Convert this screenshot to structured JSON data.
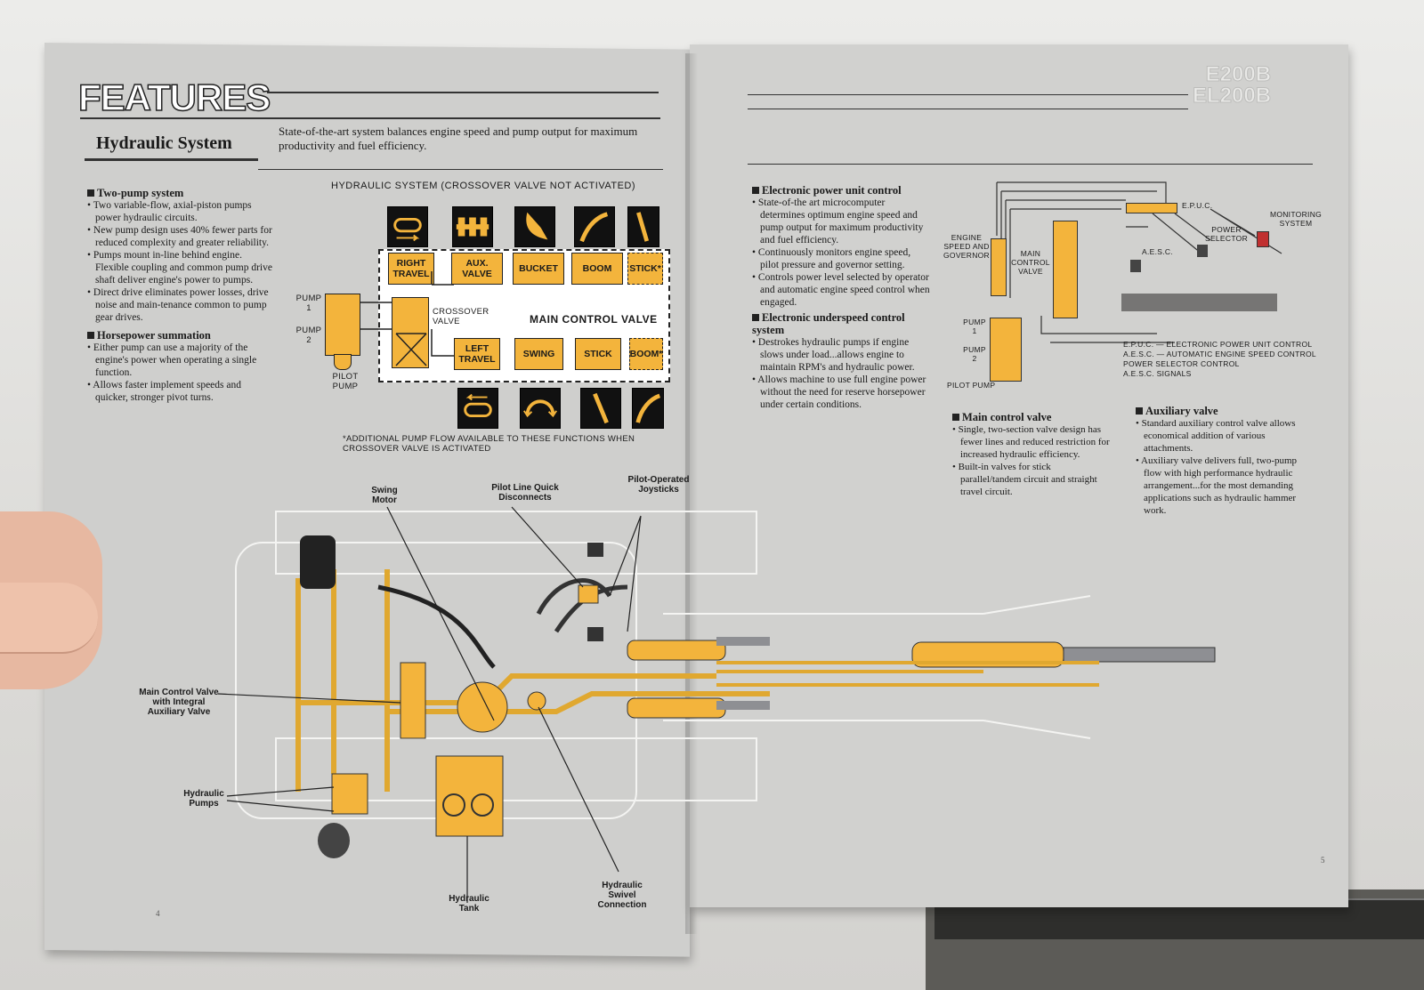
{
  "left_page": {
    "heading": "FEATURES",
    "section_title": "Hydraulic System",
    "intro": "State-of-the-art system balances engine speed and pump output for maximum productivity and fuel efficiency.",
    "two_pump": {
      "title": "Two-pump system",
      "bullets": [
        "Two variable-flow, axial-piston pumps power hydraulic circuits.",
        "New pump design uses 40% fewer parts for reduced complexity and greater reliability.",
        "Pumps mount in-line behind engine. Flexible coupling and common pump drive shaft deliver engine's power to pumps.",
        "Direct drive eliminates power losses, drive noise and main-tenance common to pump gear drives."
      ]
    },
    "horsepower": {
      "title": "Horsepower summation",
      "bullets": [
        "Either pump can use a majority of the engine's power when operating a single function.",
        "Allows faster implement speeds and quicker, stronger pivot turns."
      ]
    },
    "schematic": {
      "title": "HYDRAULIC SYSTEM (CROSSOVER VALVE NOT ACTIVATED)",
      "top_valves": [
        "RIGHT TRAVEL",
        "AUX. VALVE",
        "BUCKET",
        "BOOM",
        "STICK*"
      ],
      "bottom_valves": [
        "LEFT TRAVEL",
        "SWING",
        "STICK",
        "BOOM*"
      ],
      "main_control_valve": "MAIN CONTROL VALVE",
      "crossover_valve": "CROSSOVER VALVE",
      "pump_1": "PUMP 1",
      "pump_2": "PUMP 2",
      "pilot_pump": "PILOT PUMP",
      "footnote": "*ADDITIONAL PUMP FLOW AVAILABLE TO THESE FUNCTIONS WHEN CROSSOVER VALVE IS ACTIVATED"
    },
    "page_number": "4"
  },
  "illustration": {
    "callouts": {
      "swing_motor": "Swing Motor",
      "pilot_line": "Pilot Line Quick Disconnects",
      "joysticks": "Pilot-Operated Joysticks",
      "main_control_valve": "Main Control Valve with Integral Auxiliary Valve",
      "hydraulic_pumps": "Hydraulic Pumps",
      "hydraulic_tank": "Hydraulic Tank",
      "swivel": "Hydraulic Swivel Connection"
    }
  },
  "right_page": {
    "model_line_1": "E200B",
    "model_line_2": "EL200B",
    "epuc": {
      "title": "Electronic power unit control",
      "bullets": [
        "State-of-the art microcomputer determines optimum engine speed and pump output for maximum productivity and fuel efficiency.",
        "Continuously monitors engine speed, pilot pressure and governor setting.",
        "Controls power level selected by operator and automatic engine speed control when engaged."
      ]
    },
    "underspeed": {
      "title": "Electronic underspeed control system",
      "bullets": [
        "Destrokes hydraulic pumps if engine slows under load...allows engine to maintain RPM's and hydraulic power.",
        "Allows machine to use full engine power without the need for reserve horsepower under certain conditions."
      ]
    },
    "diagram": {
      "epuc_label": "E.P.U.C.",
      "monitoring": "MONITORING SYSTEM",
      "power_selector": "POWER SELECTOR",
      "aesc": "A.E.S.C.",
      "engine_governor": "ENGINE SPEED AND GOVERNOR",
      "main_control_valve": "MAIN CONTROL VALVE",
      "pump_1": "PUMP 1",
      "pump_2": "PUMP 2",
      "pilot_pump": "PILOT PUMP",
      "legend": [
        "E.P.U.C. — ELECTRONIC POWER UNIT CONTROL",
        "A.E.S.C. — AUTOMATIC ENGINE SPEED CONTROL",
        "POWER SELECTOR CONTROL",
        "A.E.S.C. SIGNALS"
      ]
    },
    "main_valve": {
      "title": "Main control valve",
      "bullets": [
        "Single, two-section valve design has fewer lines and reduced restriction for increased hydraulic efficiency.",
        "Built-in valves for stick parallel/tandem circuit and straight travel circuit."
      ]
    },
    "aux_valve": {
      "title": "Auxiliary valve",
      "bullets": [
        "Standard auxiliary control valve allows economical addition of various attachments.",
        "Auxiliary valve delivers full, two-pump flow with high performance hydraulic arrangement...for the most demanding applications such as hydraulic hammer work."
      ]
    },
    "page_number": "5"
  },
  "colors": {
    "accent": "#f3b43c",
    "page": "#d1d1cf",
    "ink": "#1a1a1a"
  }
}
